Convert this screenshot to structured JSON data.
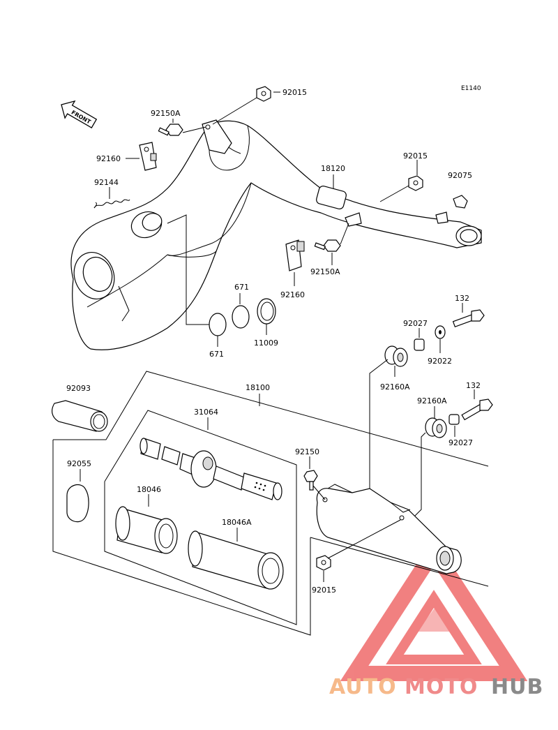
{
  "diagram_code": "E1140",
  "front_label": "FRONT",
  "parts": {
    "p92015a": "92015",
    "p92150A_top": "92150A",
    "p92160_top": "92160",
    "p92144": "92144",
    "p18120": "18120",
    "p92015b": "92015",
    "p92075": "92075",
    "p92150A_mid": "92150A",
    "p92160_mid": "92160",
    "p671_top": "671",
    "p671_bot": "671",
    "p11009": "11009",
    "p132_top": "132",
    "p92027_top": "92027",
    "p92022": "92022",
    "p92160A_left": "92160A",
    "p92093": "92093",
    "p18100": "18100",
    "p31064": "31064",
    "p132_bot": "132",
    "p92160A_right": "92160A",
    "p92027_bot": "92027",
    "p92055": "92055",
    "p92150": "92150",
    "p18046": "18046",
    "p18046A": "18046A",
    "p92015c": "92015"
  },
  "watermark": {
    "part1": "AUTO",
    "part2": "MOTO",
    "part3": "HUB",
    "color1": "#f6b98a",
    "color2": "#f08a8a",
    "color3": "#8a8a8a",
    "logo_color": "#ef6b6b"
  }
}
